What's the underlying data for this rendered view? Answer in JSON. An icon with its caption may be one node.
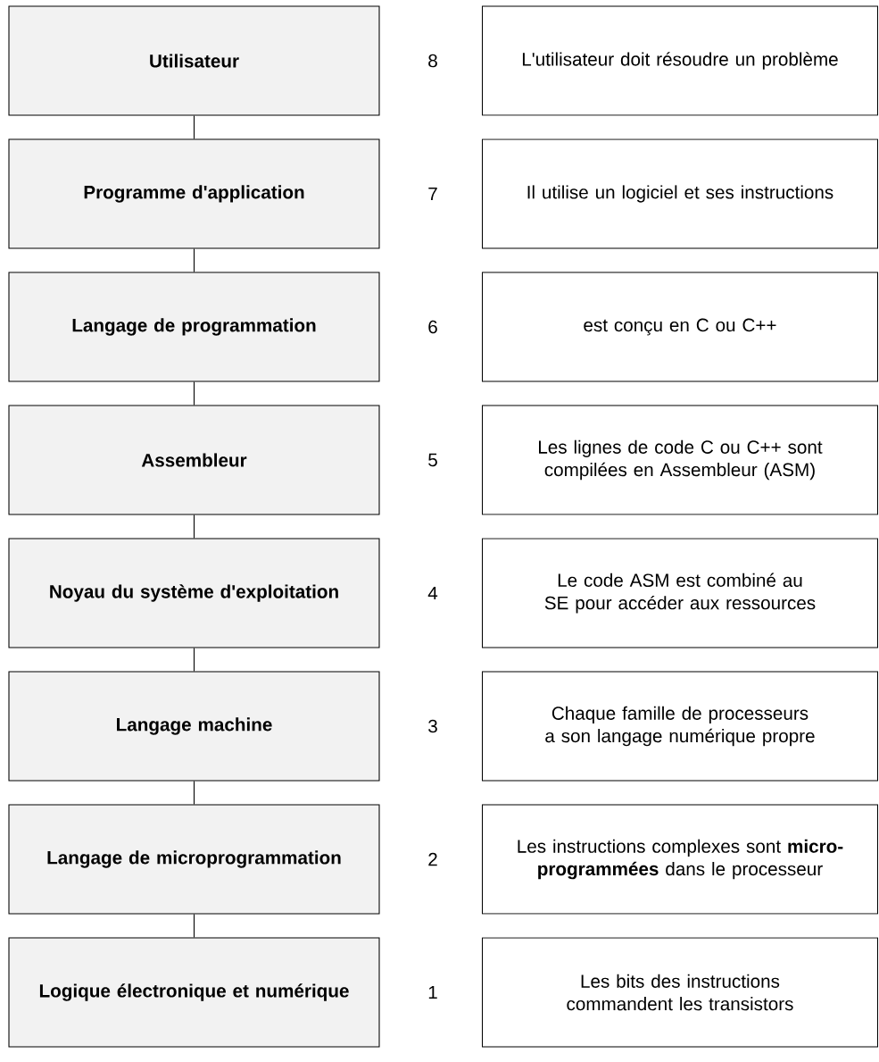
{
  "diagram": {
    "nodes": [
      {
        "text": [
          "Utilisateur"
        ]
      },
      {
        "text": [
          "Programme d'application"
        ]
      },
      {
        "text": [
          "Langage de programmation"
        ]
      },
      {
        "text": [
          "Assembleur"
        ]
      },
      {
        "text": [
          "Noyau du système d'exploitation"
        ]
      },
      {
        "text": [
          "Langage machine"
        ]
      },
      {
        "text": [
          "Langage de microprogrammation"
        ]
      },
      {
        "text": [
          "Logique électronique et numérique"
        ]
      },
      {
        "text": [
          "L'utilisateur doit résoudre un problème"
        ]
      },
      {
        "text": [
          "Il utilise un logiciel et ses instructions"
        ]
      },
      {
        "text": [
          "est conçu en C ou C++"
        ]
      },
      {
        "text": [
          "Les lignes de code C ou C++ sont compilées en Assembleur (ASM)"
        ]
      },
      {
        "text": [
          "Le code ASM est combiné au SE pour accéder aux ressources"
        ]
      },
      {
        "text": [
          "Chaque famille de processeurs a son langage numérique propre"
        ]
      },
      {
        "text": [
          "Les instructions complexes sont **micro-programmées** dans le processeur"
        ]
      },
      {
        "text": [
          "Les bits des instructions commandent les transistors"
        ]
      }
    ],
    "edges": [
      {
        "from": 0,
        "to": 1,
        "arrow": "none"
      },
      {
        "from": 1,
        "to": 2,
        "arrow": "none"
      },
      {
        "from": 2,
        "to": 3,
        "arrow": "none"
      },
      {
        "from": 3,
        "to": 4,
        "arrow": "none"
      },
      {
        "from": 4,
        "to": 5,
        "arrow": "none"
      },
      {
        "from": 5,
        "to": 6,
        "arrow": "none"
      },
      {
        "from": 6,
        "to": 7,
        "arrow": "none"
      }
    ],
    "labels": [
      "8",
      "7",
      "6",
      "5",
      "4",
      "3",
      "2",
      "1"
    ]
  }
}
